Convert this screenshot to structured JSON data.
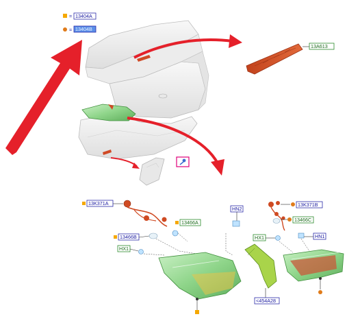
{
  "legend": {
    "square_marker": "=",
    "square_code": "13404A",
    "dot_marker": "=",
    "dot_code": "13404B"
  },
  "callouts": {
    "brake_lamp": "13A613",
    "harness_left": "13K371A",
    "harness_right": "13K371B",
    "socket_left": "13466A",
    "bulb_left": "13466B",
    "socket_right": "13466C",
    "hx1_left": "HX1",
    "hx1_right": "HX1",
    "hn2": "HN2",
    "hn1": "HN1",
    "gasket": "<454A28"
  },
  "colors": {
    "lamp_green": "#8fd58a",
    "arrow_red": "#e5202a",
    "square_marker": "#f5a800",
    "dot_marker": "#e07b1a",
    "link_magenta": "#e0007a",
    "accent_blue": "#1a1aa0"
  },
  "icons": {
    "detail_link": "magnifier-link-icon"
  }
}
